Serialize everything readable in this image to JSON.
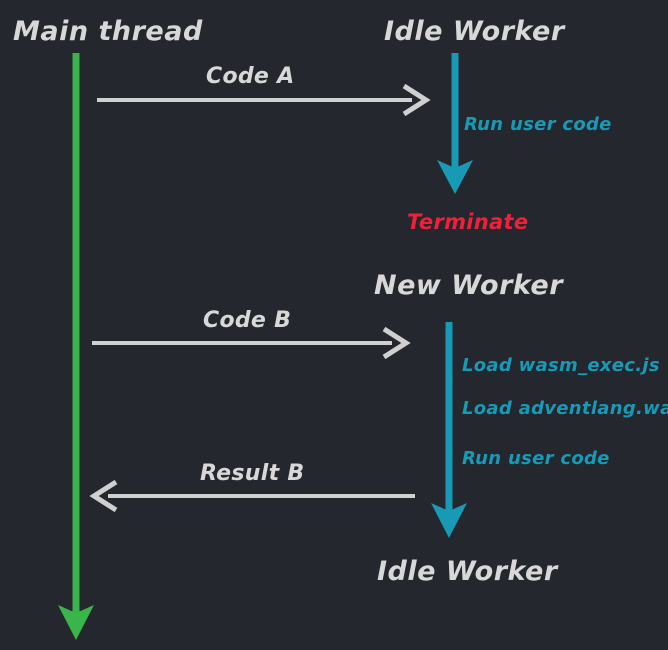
{
  "diagram": {
    "type": "sequence-diagram",
    "background_color": "#24272e",
    "colors": {
      "main_thread_lifeline": "#39b54a",
      "worker_lifeline": "#1899b5",
      "message_arrow": "#d0d0d0",
      "title_text": "#d8d8d8",
      "note_text": "#1899b5",
      "terminate_text": "#f0203a"
    },
    "titles": {
      "main_thread": "Main thread",
      "idle_worker_top": "Idle Worker",
      "new_worker": "New Worker",
      "idle_worker_bottom": "Idle Worker"
    },
    "messages": [
      {
        "label": "Code A",
        "direction": "right"
      },
      {
        "label": "Code B",
        "direction": "right"
      },
      {
        "label": "Result B",
        "direction": "left"
      }
    ],
    "notes": {
      "run_user_code_1": "Run user code",
      "terminate": "Terminate",
      "load_wasm_exec": "Load wasm_exec.js",
      "load_adventlang": "Load adventlang.wasm",
      "run_user_code_2": "Run user code"
    }
  }
}
